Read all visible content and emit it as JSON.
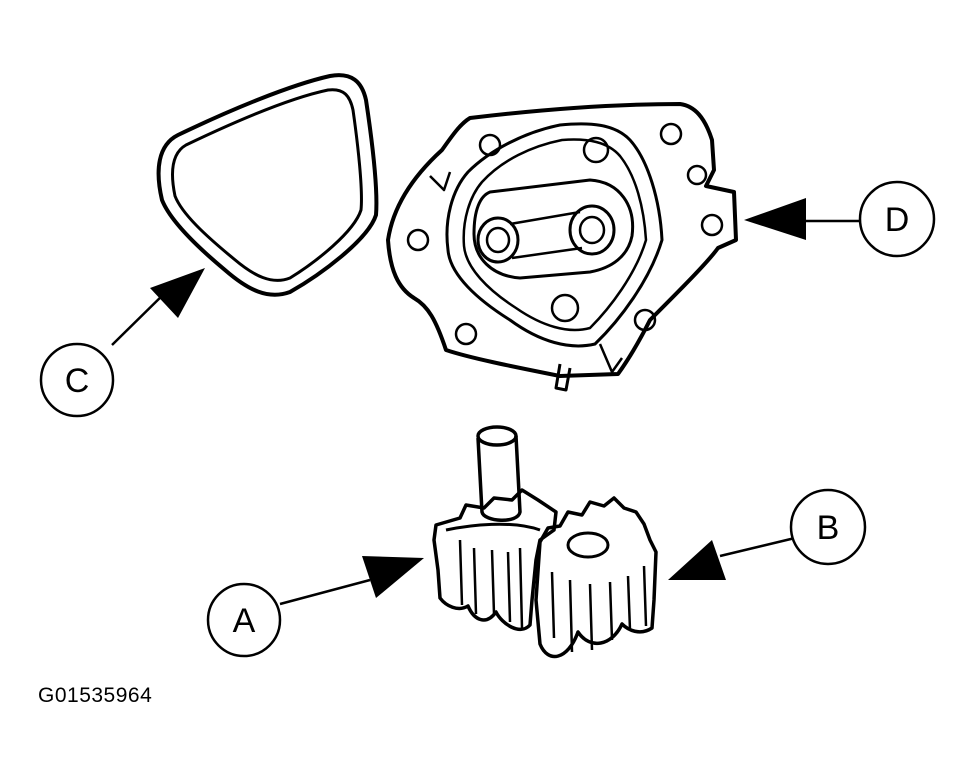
{
  "figure": {
    "id": "G01535964"
  },
  "callouts": {
    "a": "A",
    "b": "B",
    "c": "C",
    "d": "D"
  },
  "colors": {
    "ink": "#000000",
    "paper": "#ffffff"
  }
}
